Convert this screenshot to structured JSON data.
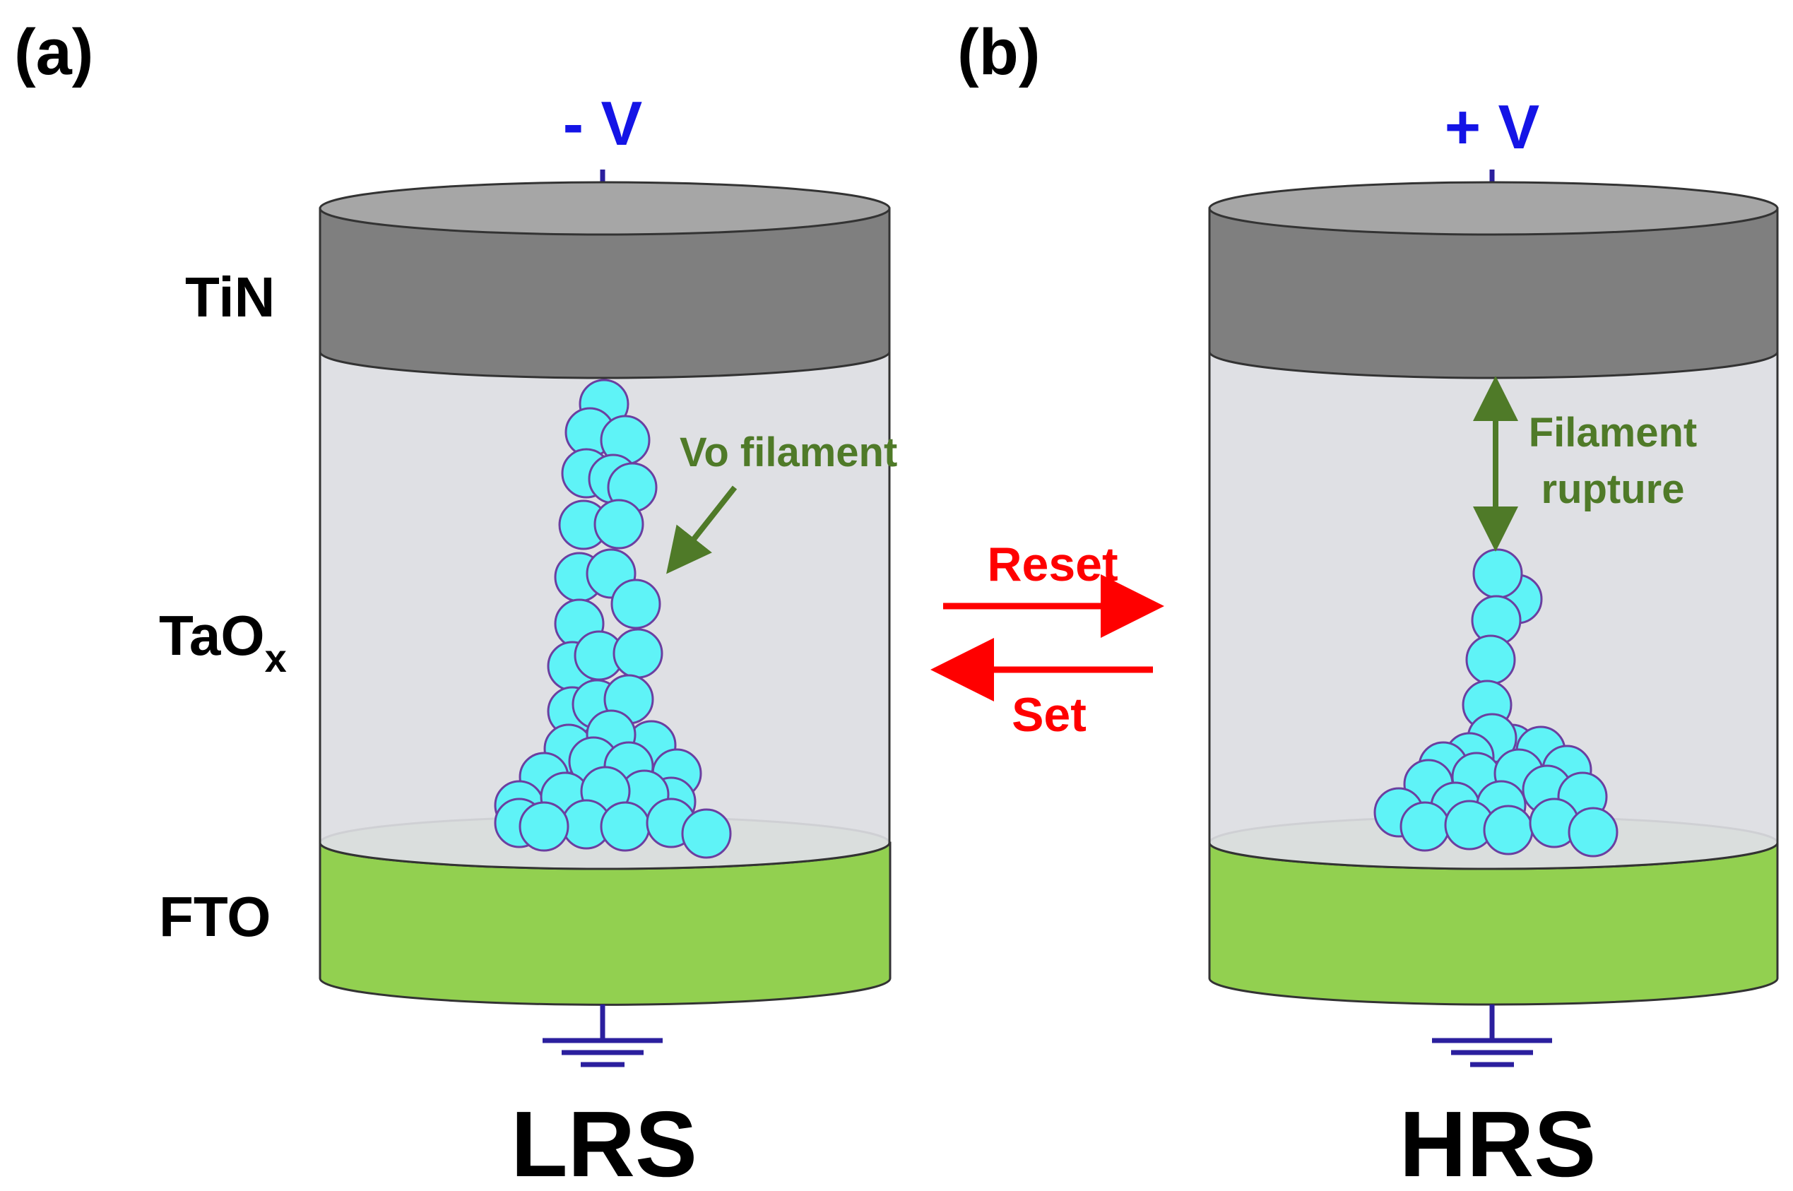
{
  "panels": {
    "a": {
      "letter": "(a)",
      "voltage": "- V",
      "state": "LRS",
      "annotation": "Vo filament"
    },
    "b": {
      "letter": "(b)",
      "voltage": "+ V",
      "state": "HRS",
      "annotation_line1": "Filament",
      "annotation_line2": "rupture"
    }
  },
  "layers": {
    "top": "TiN",
    "middle_base": "TaO",
    "middle_sub": "x",
    "bottom": "FTO"
  },
  "switching": {
    "reset": "Reset",
    "set": "Set"
  },
  "colors": {
    "tin": "#7f7f7f",
    "tin_top": "#a6a6a6",
    "oxide": "#dcdde2",
    "fto": "#92d050",
    "fto_top": "#c3e3a0",
    "vacancy": "#5ff3f7",
    "vacancy_outline": "#6b3fa0",
    "electrode_wire": "#2b1f9e",
    "voltage_text": "#1414e6",
    "annotation": "#4f7a28",
    "switch_arrow": "#ff0000"
  },
  "icons": {
    "ground": "ground-symbol-icon"
  }
}
